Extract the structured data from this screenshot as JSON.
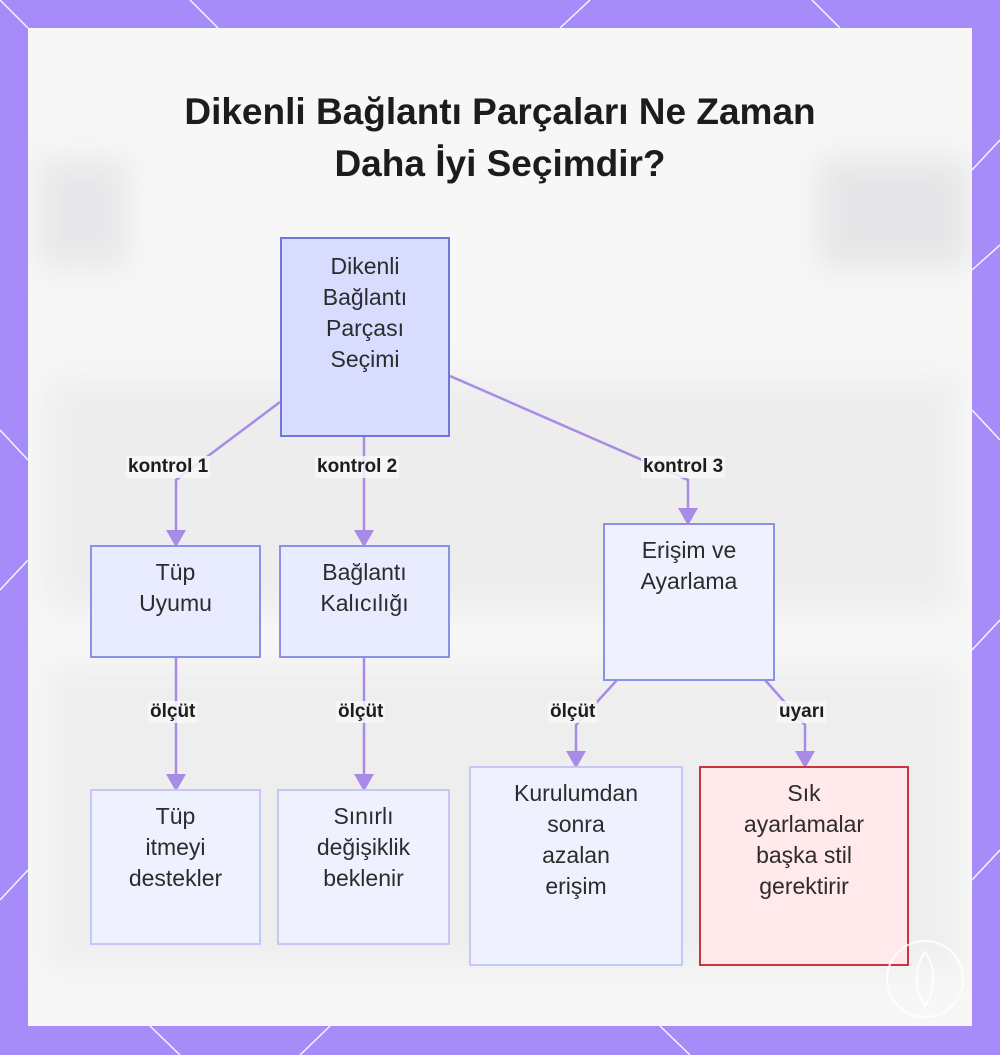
{
  "title": "Dikenli Bağlantı Parçaları Ne Zaman\nDaha İyi Seçimdir?",
  "nodes": {
    "root": "Dikenli\nBağlantı\nParçası\nSeçimi",
    "tube_fit": "Tüp\nUyumu",
    "permanence": "Bağlantı\nKalıcılığı",
    "access": "Erişim ve\nAyarlama",
    "tube_support": "Tüp\nitmeyi\ndestekler",
    "limited_change": "Sınırlı\ndeğişiklik\nbeklenir",
    "reduced_access": "Kurulumdan\nsonra\nazalan\nerişim",
    "frequent_adjust": "Sık\nayarlamalar\nbaşka stil\ngerektirir"
  },
  "edges": {
    "control1": "kontrol 1",
    "control2": "kontrol 2",
    "control3": "kontrol 3",
    "criterion_a": "ölçüt",
    "criterion_b": "ölçüt",
    "criterion_c": "ölçüt",
    "warning": "uyarı"
  },
  "colors": {
    "frame": "#a58cf8",
    "edge": "#a88be6",
    "root_fill": "#d8dcff",
    "node_fill": "#e9ebff",
    "leaf_fill": "#f0f1ff",
    "warning_fill": "#ffe9ea",
    "warning_border": "#c8343f"
  }
}
